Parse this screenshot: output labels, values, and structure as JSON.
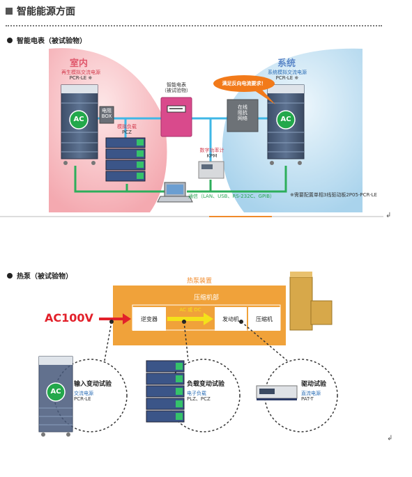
{
  "header": {
    "title": "智能能源方面"
  },
  "section1": {
    "heading": "智能电表（被试验物）",
    "indoor_label": "室内",
    "system_label": "系统",
    "left_source": {
      "line1": "再生模拟交流电源",
      "line2": "PCR-LE ※"
    },
    "right_source": {
      "line1": "系统模拟交流电源",
      "line2": "PCR-LE ※"
    },
    "ac_badge": "AC",
    "breaker": {
      "line1": "电阻",
      "line2": "BOX"
    },
    "load": {
      "line1": "模拟负载",
      "line2": "PCZ"
    },
    "meter": {
      "line1": "智能电表",
      "line2": "（被试验物）"
    },
    "reverse_bubble": "满足反向电流要求！",
    "online_box": {
      "line1": "在线",
      "line2": "阻抗",
      "line3": "网络"
    },
    "power_meter": {
      "line1": "数字功率计",
      "line2": "KPM"
    },
    "comm": "通信（LAN、USB、RS-232C、GPIB）",
    "note": "※需要配置单相3线驱动板2P05-PCR-LE"
  },
  "section2": {
    "heading": "热泵（被试验物）",
    "heatpump_title": "热泵装置",
    "compressor_title": "压缩机部",
    "input_label": "AC100V",
    "inverter": "逆变器",
    "acdc": "AC 或 DC",
    "engine": "发动机",
    "compressor": "压缩机",
    "test1": {
      "title": "输入变动试验",
      "line1": "交流电源",
      "line2": "PCR-LE"
    },
    "test2": {
      "title": "负载变动试验",
      "line1": "电子负载",
      "line2": "PLZ、PCZ"
    },
    "test3": {
      "title": "驱动试验",
      "line1": "直流电源",
      "line2": "PAT-T"
    },
    "ac_badge": "AC"
  },
  "colors": {
    "pink_zone": "#f9c9cc",
    "blue_zone": "#cfe6f3",
    "meter": "#d94a8c",
    "orange": "#f3a43b",
    "green_line": "#2dae5b",
    "cyan_line": "#3fb7e6",
    "red_arrow": "#e2202a",
    "yellow_arrow": "#f4e21a"
  }
}
